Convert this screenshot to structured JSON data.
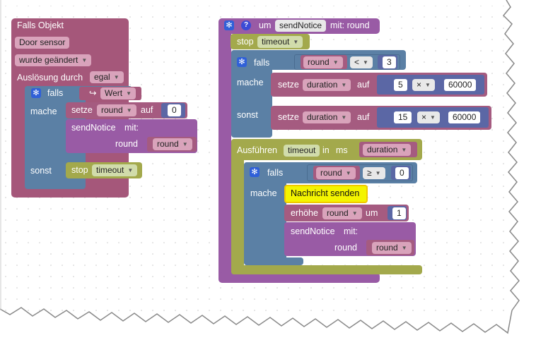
{
  "left_block": {
    "header": "Falls Objekt",
    "object_value": "Door sensor",
    "event_value": "wurde geändert",
    "trigger_label": "Auslösung durch",
    "trigger_value": "egal",
    "if_label": "falls",
    "if_value": "Wert",
    "do_label": "mache",
    "set_label": "setze",
    "set_var": "round",
    "set_to": "auf",
    "set_value": "0",
    "call_name": "sendNotice",
    "call_with": "mit:",
    "param_name": "round",
    "param_value": "round",
    "else_label": "sonst",
    "stop_label": "stop",
    "stop_value": "timeout"
  },
  "right_block": {
    "func_label": "um",
    "func_name": "sendNotice",
    "func_with": "mit: round",
    "stop_label": "stop",
    "stop_value": "timeout",
    "if_label": "falls",
    "if_var": "round",
    "if_op": "<",
    "if_value": "3",
    "do_label": "mache",
    "set_label": "setze",
    "set_var": "duration",
    "set_to": "auf",
    "mul_a": "5",
    "mul_op": "×",
    "mul_b": "60000",
    "else_label": "sonst",
    "set2_label": "setze",
    "set2_var": "duration",
    "set2_to": "auf",
    "mul2_a": "15",
    "mul2_op": "×",
    "mul2_b": "60000",
    "exec_label": "Ausführen",
    "exec_timer": "timeout",
    "exec_in": "in",
    "exec_ms": "ms",
    "exec_value": "duration",
    "if2_label": "falls",
    "if2_var": "round",
    "if2_op": "≥",
    "if2_value": "0",
    "do2_label": "mache",
    "message_label": "Nachricht senden",
    "inc_label": "erhöhe",
    "inc_var": "round",
    "inc_by": "um",
    "inc_value": "1",
    "call_name": "sendNotice",
    "call_with": "mit:",
    "param_name": "round",
    "param_value": "round"
  },
  "colors": {
    "event": "#a5577a",
    "logic": "#5b80a5",
    "variable": "#a55b80",
    "procedure": "#995ba5",
    "timer": "#a3a94c",
    "math": "#5b67a5",
    "message": "#f4f400",
    "grid_dot": "#c8c8c8"
  }
}
